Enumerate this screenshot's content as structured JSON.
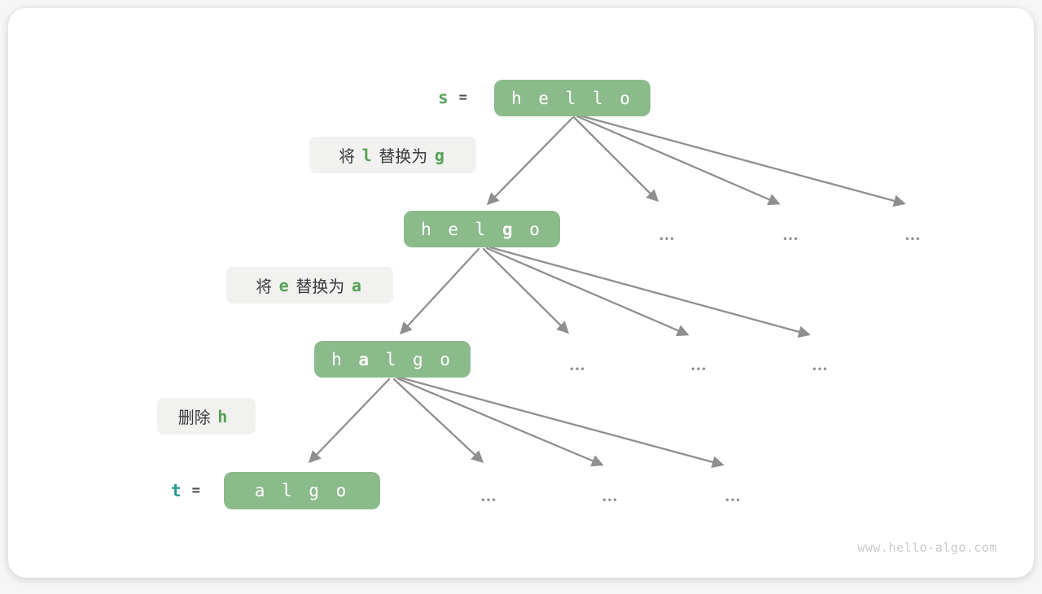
{
  "diagram_title": "edit-distance-decision-tree",
  "colors": {
    "node_green": "#8bba8b",
    "accent_green": "#55a255",
    "accent_teal": "#299d90",
    "arrow_gray": "#8f8f8f",
    "label_bg": "#f1f1f0",
    "label_text": "#3b3b3b",
    "watermark_gray": "#c9c9c9"
  },
  "source": {
    "var_name": "s",
    "equals": "="
  },
  "target": {
    "var_name": "t",
    "equals": "="
  },
  "nodes": {
    "hello": {
      "pre": "h e l l o",
      "bold": "",
      "post": ""
    },
    "helgo": {
      "pre": "h e l ",
      "bold": "g",
      "post": " o"
    },
    "halgo": {
      "pre": "h ",
      "bold": "a",
      "post": " l g o"
    },
    "algo": {
      "pre": "a l g o",
      "bold": "",
      "post": ""
    }
  },
  "operations": [
    {
      "p1": "将 ",
      "g1": "l",
      "p2": " 替换为 ",
      "g2": "g"
    },
    {
      "p1": "将 ",
      "g1": "e",
      "p2": " 替换为 ",
      "g2": "a"
    },
    {
      "p1": "删除 ",
      "g1": "h",
      "p2": "",
      "g2": ""
    }
  ],
  "ellipsis": "•••",
  "watermark": "www.hello-algo.com"
}
